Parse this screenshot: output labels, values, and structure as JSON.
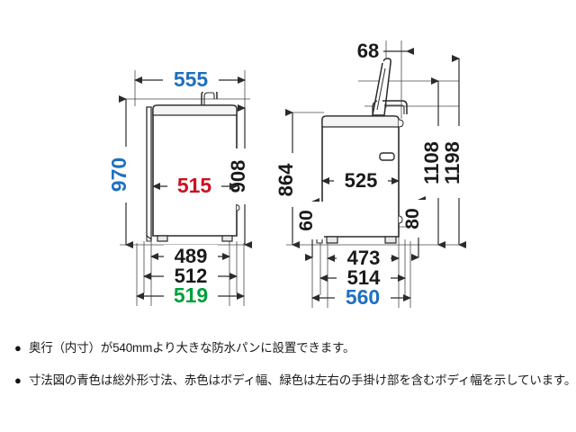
{
  "colors": {
    "blue": "#1f6fbf",
    "red": "#cc1122",
    "green": "#00a03c",
    "black": "#1a1a1a",
    "line": "#333333",
    "background": "#ffffff"
  },
  "diagrams": {
    "front_view": {
      "name": "front-view",
      "dimensions": {
        "overall_width": "555",
        "overall_height": "970",
        "body_width": "515",
        "body_height": "908",
        "foot_inner_width": "489",
        "foot_outer_width": "512",
        "grip_width": "519"
      }
    },
    "side_view": {
      "name": "side-view",
      "dimensions": {
        "lid_offset": "68",
        "body_height": "864",
        "body_depth": "525",
        "lid_open_height_1": "1108",
        "lid_open_height_2": "1198",
        "base_clearance_left": "60",
        "base_clearance_right": "80",
        "foot_inner_depth": "473",
        "foot_outer_depth": "514",
        "overall_depth": "560"
      }
    }
  },
  "notes": [
    {
      "bullet": "●",
      "text": "奥行（内寸）が540mmより大きな防水パンに設置できます。"
    },
    {
      "bullet": "●",
      "text": "寸法図の青色は総外形寸法、赤色はボディ幅、緑色は左右の手掛け部を含むボディ幅を示しています。"
    }
  ]
}
